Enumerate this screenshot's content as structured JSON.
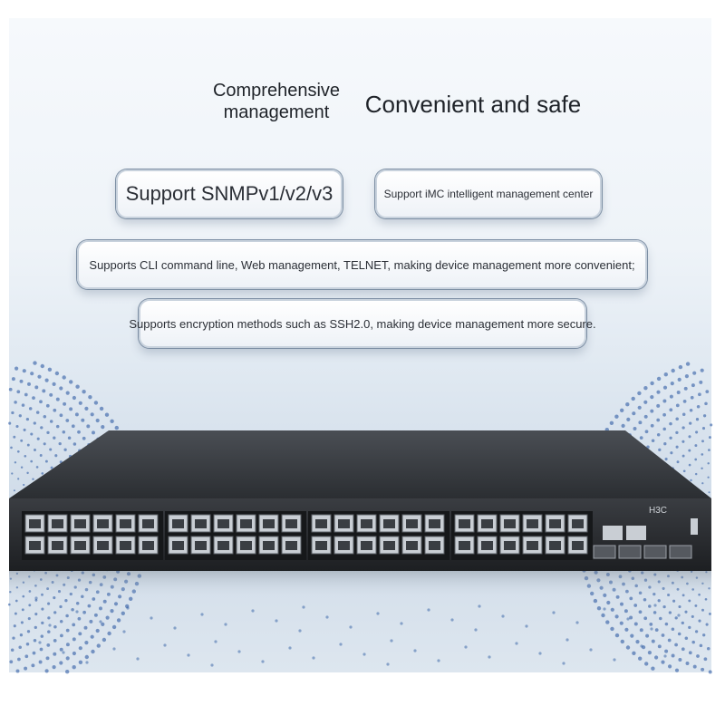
{
  "headings": {
    "left": "Comprehensive management",
    "right": "Convenient and safe"
  },
  "features": [
    "Support SNMPv1/v2/v3",
    "Support iMC intelligent management center",
    "Supports CLI command line, Web management, TELNET, making device management more convenient;",
    "Supports encryption methods such as SSH2.0, making device management more secure."
  ],
  "device": {
    "brand": "H3C",
    "rj45_port_groups": 4,
    "sfp_ports": 4
  },
  "colors": {
    "background_top": "#f6f9fc",
    "background_bottom": "#cfdbe8",
    "switch_body": "#2f3236",
    "dot_color": "#1f4f9c"
  }
}
